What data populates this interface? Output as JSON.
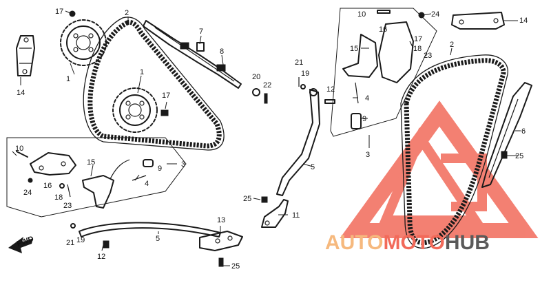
{
  "callouts": {
    "c1": "1",
    "c2": "2",
    "c3": "3",
    "c4": "4",
    "c5": "5",
    "c6": "6",
    "c7": "7",
    "c8": "8",
    "c9": "9",
    "c10": "10",
    "c11": "11",
    "c12": "12",
    "c13": "13",
    "c14": "14",
    "c15": "15",
    "c16": "16",
    "c17": "17",
    "c18": "18",
    "c19": "19",
    "c20": "20",
    "c21": "21",
    "c22": "22",
    "c23": "23",
    "c24": "24",
    "c25": "25"
  },
  "fwd_label": "FWD",
  "watermark": {
    "part1": "AUTO",
    "part2": "MOTO",
    "part3": "HUB",
    "color_primary": "#f26a5a",
    "color_secondary": "#f6b97e",
    "color_dark": "#5a5a5a"
  }
}
